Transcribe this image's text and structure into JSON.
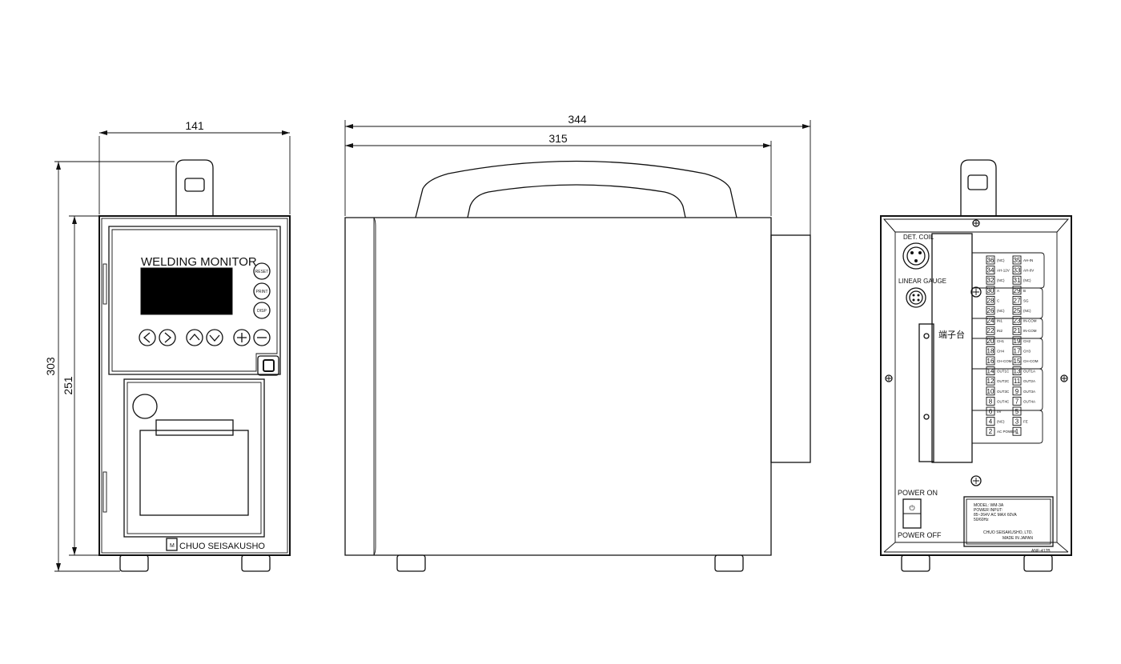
{
  "dimensions": {
    "front_width": "141",
    "side_total_width": "344",
    "side_body_width": "315",
    "total_height": "303",
    "body_height": "251"
  },
  "front_panel": {
    "title": "WELDING MONITOR",
    "buttons": [
      "RESET",
      "PRINT",
      "DISP"
    ],
    "maker_logo": "CHUO SEISAKUSHO"
  },
  "rear_panel": {
    "connectors": [
      "DET. COIL",
      "LINEAR GAUGE"
    ],
    "terminal_block_label": "端子台",
    "terminals_left": [
      [
        "36",
        "(NC)"
      ],
      [
        "34",
        "AH-12V"
      ],
      [
        "32",
        "(NC)"
      ],
      [
        "30",
        "A"
      ],
      [
        "28",
        "C"
      ],
      [
        "26",
        "(NC)"
      ],
      [
        "24",
        "IN1"
      ],
      [
        "22",
        "IN2"
      ],
      [
        "20",
        "CH1"
      ],
      [
        "18",
        "CH4"
      ],
      [
        "16",
        "CH-COM"
      ],
      [
        "14",
        "OUT1C"
      ],
      [
        "12",
        "OUT2C"
      ],
      [
        "10",
        "OUT3C"
      ],
      [
        "8",
        "OUT4C"
      ],
      [
        "6",
        "0V"
      ],
      [
        "4",
        "(NC)"
      ],
      [
        "2",
        "AC POWER"
      ]
    ],
    "terminals_right": [
      [
        "35",
        "AH-IN"
      ],
      [
        "33",
        "AH-0V"
      ],
      [
        "31",
        "(NC)"
      ],
      [
        "29",
        "B"
      ],
      [
        "27",
        "SG"
      ],
      [
        "25",
        "(NC)"
      ],
      [
        "23",
        "IN-COM"
      ],
      [
        "21",
        "IN-COM"
      ],
      [
        "19",
        "CH2"
      ],
      [
        "17",
        "CH3"
      ],
      [
        "15",
        "CH-COM"
      ],
      [
        "13",
        "OUT1A"
      ],
      [
        "11",
        "OUT2A"
      ],
      [
        "9",
        "OUT3A"
      ],
      [
        "7",
        "OUT4A"
      ],
      [
        "5",
        ""
      ],
      [
        "3",
        "FE"
      ],
      [
        "1",
        ""
      ]
    ],
    "power_on": "POWER ON",
    "power_off": "POWER OFF",
    "power_symbol": "⏻",
    "nameplate": [
      "MODEL: WM-3A",
      "POWER INPUT:",
      "85~264V AC    MAX 60VA",
      "50/60Hz",
      "CHUO SEISAKUSHO, LTD.",
      "MADE IN JAPAN"
    ],
    "part_number": "ANE-412B"
  }
}
